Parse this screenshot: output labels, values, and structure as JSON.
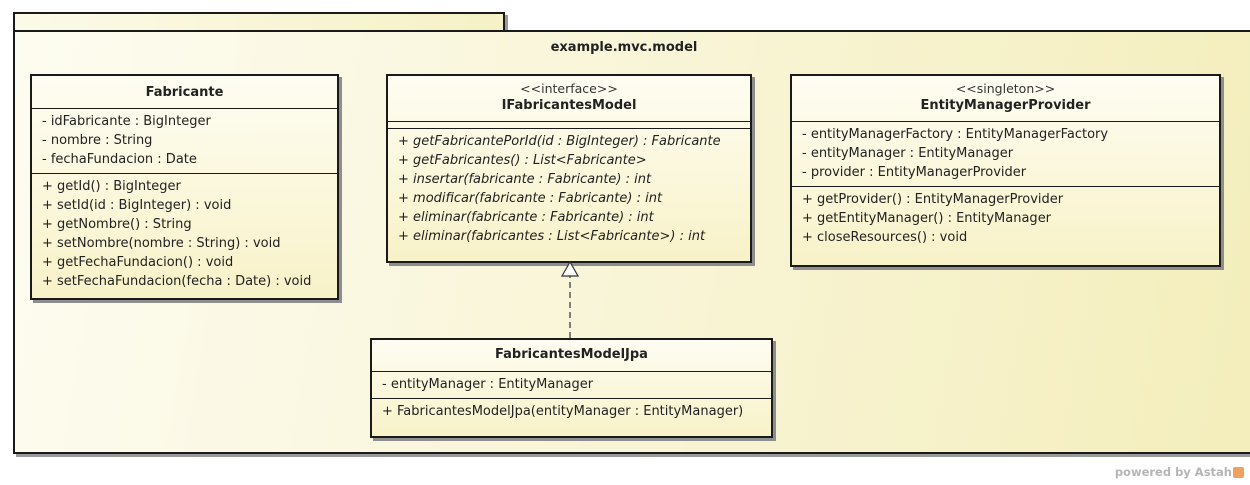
{
  "package": {
    "name": "example.mvc.model"
  },
  "classes": {
    "fabricante": {
      "name": "Fabricante",
      "attributes": [
        "- idFabricante : BigInteger",
        "- nombre : String",
        "- fechaFundacion : Date"
      ],
      "operations": [
        "+ getId() : BigInteger",
        "+ setId(id : BigInteger) : void",
        "+ getNombre() : String",
        "+ setNombre(nombre : String) : void",
        "+ getFechaFundacion() : void",
        "+ setFechaFundacion(fecha : Date) : void"
      ]
    },
    "ifabricantesmodel": {
      "stereotype": "<<interface>>",
      "name": "IFabricantesModel",
      "operations": [
        "+ getFabricantePorId(id : BigInteger) : Fabricante",
        "+ getFabricantes() : List<Fabricante>",
        "+ insertar(fabricante : Fabricante) : int",
        "+ modificar(fabricante : Fabricante) : int",
        "+ eliminar(fabricante : Fabricante) : int",
        "+ eliminar(fabricantes : List<Fabricante>) : int"
      ]
    },
    "entitymanagerprovider": {
      "stereotype": "<<singleton>>",
      "name": "EntityManagerProvider",
      "attributes": [
        "- entityManagerFactory : EntityManagerFactory",
        "- entityManager : EntityManager",
        "- provider : EntityManagerProvider"
      ],
      "operations": [
        "+ getProvider() : EntityManagerProvider",
        "+ getEntityManager() : EntityManager",
        "+ closeResources() : void"
      ]
    },
    "fabricantesmodeljpa": {
      "name": "FabricantesModelJpa",
      "attributes": [
        "- entityManager : EntityManager"
      ],
      "operations": [
        "+ FabricantesModelJpa(entityManager : EntityManager)"
      ]
    }
  },
  "footer": {
    "powered_by": "powered by Astah"
  },
  "colors": {
    "class_fill_top": "#fefdf2",
    "class_fill_bottom": "#f8f2c8",
    "border": "#1a1a1a"
  }
}
